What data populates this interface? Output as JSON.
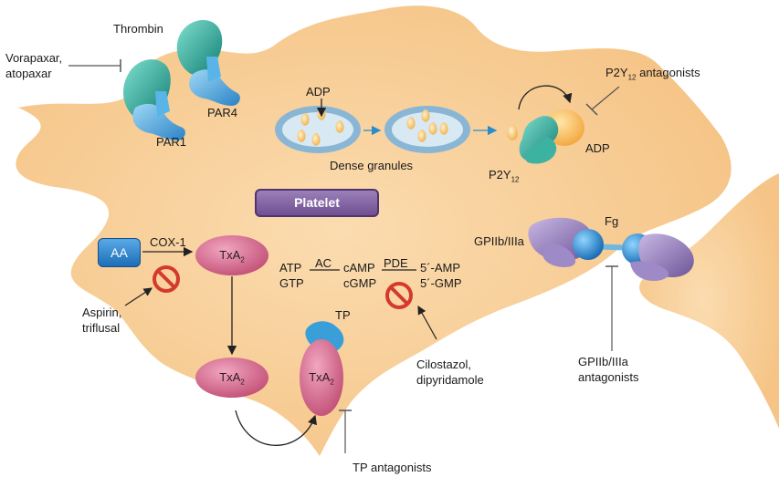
{
  "labels": {
    "thrombin": "Thrombin",
    "vorapaxar": "Vorapaxar,",
    "atopaxar": "atopaxar",
    "par1": "PAR1",
    "par4": "PAR4",
    "adp_top": "ADP",
    "dense_granules": "Dense granules",
    "p2y12_antagonists_prefix": "P2Y",
    "p2y12_antagonists_sub": "12",
    "p2y12_antagonists_suffix": " antagonists",
    "adp_right": "ADP",
    "p2y12_prefix": "P2Y",
    "p2y12_sub": "12",
    "platelet": "Platelet",
    "gp_receptor": "GPIIb/IIIa",
    "fg": "Fg",
    "aa": "AA",
    "cox1": "COX-1",
    "txa_prefix": "TxA",
    "txa_sub": "2",
    "atp": "ATP",
    "gtp": "GTP",
    "ac": "AC",
    "camp": "cAMP",
    "cgmp": "cGMP",
    "pde": "PDE",
    "amp5": "5´-AMP",
    "gmp5": "5´-GMP",
    "aspirin": "Aspirin,",
    "triflusal": "triflusal",
    "cilostazol": "Cilostazol,",
    "dipyridamole": "dipyridamole",
    "tp": "TP",
    "tp_antagonists": "TP antagonists",
    "gp_antagonists_1": "GPIIb/IIIa",
    "gp_antagonists_2": "antagonists"
  },
  "colors": {
    "cell_fill": "#f8cd94",
    "granule_ring": "#8ab6d6",
    "prohibition_red": "#d43a2b",
    "txa_pink": "#d46a8e",
    "receptor_blue": "#3a9fd8",
    "thrombin_teal": "#1f9a8e",
    "gp_purple": "#8c78b6"
  }
}
